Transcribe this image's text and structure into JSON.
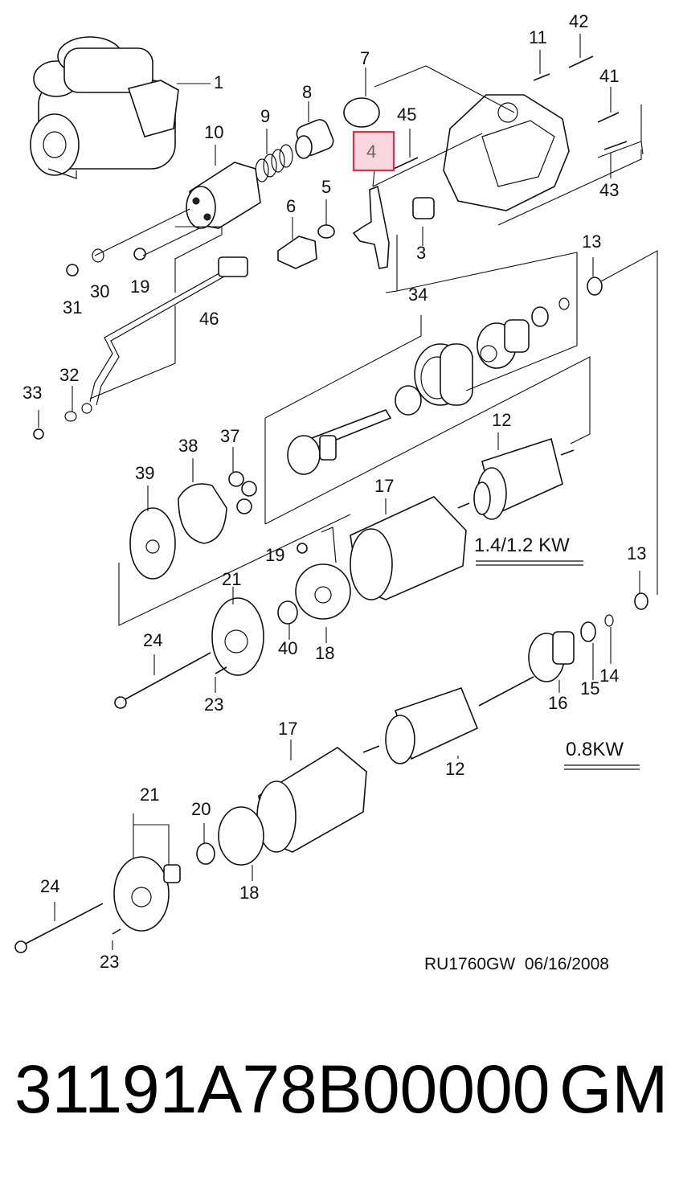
{
  "diagram": {
    "labels": [
      "1",
      "7",
      "8",
      "9",
      "10",
      "11",
      "42",
      "41",
      "45",
      "4",
      "43",
      "5",
      "6",
      "3",
      "31",
      "30",
      "19",
      "46",
      "13",
      "34",
      "33",
      "32",
      "37",
      "38",
      "39",
      "12",
      "17",
      "19",
      "21",
      "40",
      "24",
      "18",
      "23",
      "13",
      "14",
      "15",
      "16",
      "17",
      "12",
      "21",
      "20",
      "24",
      "18",
      "23"
    ],
    "highlighted_label": "4",
    "highlight_color": "#e0314b",
    "variant_labels": [
      "1.4/1.2 KW",
      "0.8KW"
    ],
    "drawing_ref": "RU1760GW  06/16/2008",
    "part_number": "31191A78B00000",
    "brand": "GM"
  }
}
